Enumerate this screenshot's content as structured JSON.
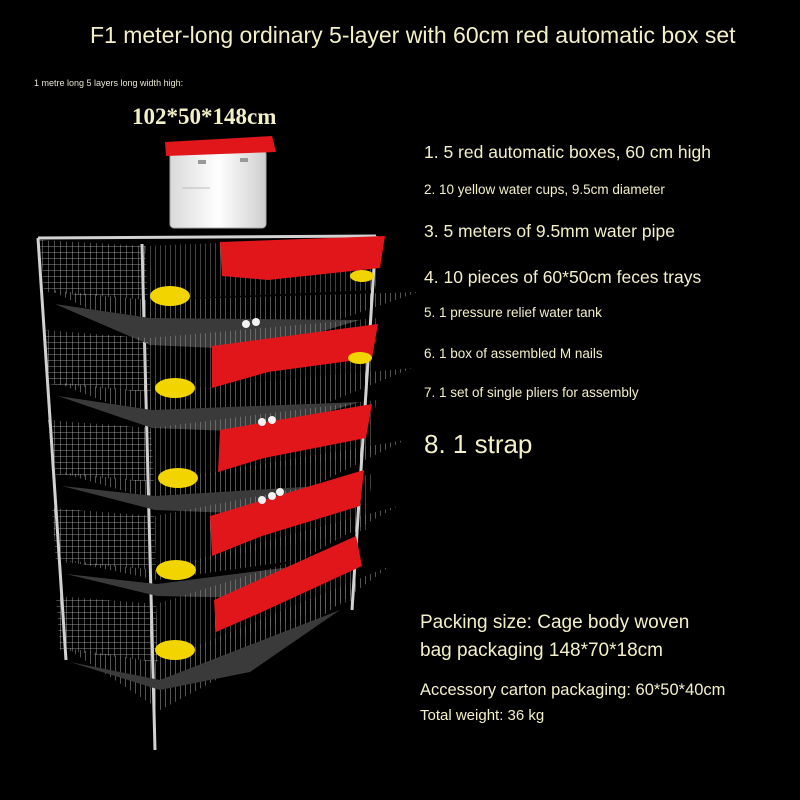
{
  "title": "F1 meter-long ordinary 5-layer with 60cm red automatic box set",
  "dimensions": {
    "label": "1 metre long 5 layers long width high:",
    "value": "102*50*148cm"
  },
  "items": [
    "1. 5 red automatic boxes, 60 cm high",
    "2. 10 yellow water cups, 9.5cm diameter",
    "3. 5 meters of 9.5mm water pipe",
    "4. 10 pieces of 60*50cm feces trays",
    "5. 1 pressure relief water tank",
    "6. 1 box of assembled M nails",
    "7. 1 set of single pliers for assembly",
    "8. 1 strap"
  ],
  "packing": {
    "line1": "Packing size: Cage body woven",
    "line2": "bag packaging 148*70*18cm",
    "accessory": "Accessory carton packaging: 60*50*40cm",
    "weight": "Total weight: 36 kg"
  },
  "colors": {
    "background": "#000000",
    "text": "#f3f0c8",
    "feeder_red": "#e0161b",
    "cup_yellow": "#f2d400",
    "wire_silver": "#c9c9c9",
    "tray_dark": "#3a3a3a"
  }
}
